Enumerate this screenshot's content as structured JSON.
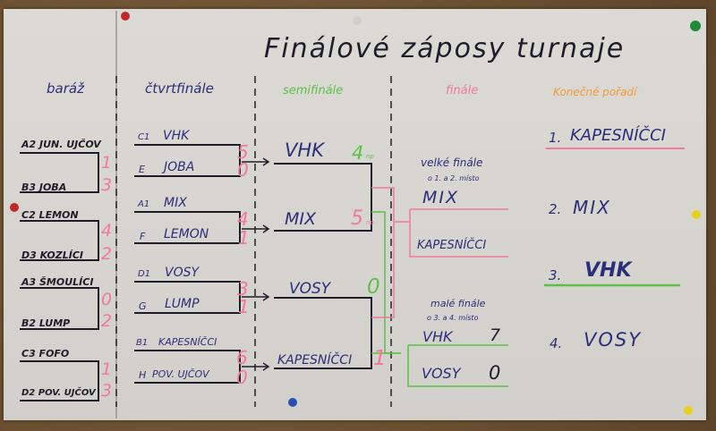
{
  "title": "Finálové záposy turnaje",
  "headers": {
    "baraz": "baráž",
    "ctvrtfinale": "čtvrtfinále",
    "semifinale": "semifinále",
    "finale": "finále",
    "konecne_poradi": "Konečné pořadí"
  },
  "baraz_matches": [
    {
      "top": "A2 JUN. UJČOV",
      "bottom": "B3 JOBA",
      "score_top": "1",
      "score_bottom": "3"
    },
    {
      "top": "C2 LEMON",
      "bottom": "D3 KOZLÍCI",
      "score_top": "4",
      "score_bottom": "2"
    },
    {
      "top": "A3 ŠMOULÍCI",
      "bottom": "B2 LUMP",
      "score_top": "0",
      "score_bottom": "2"
    },
    {
      "top": "C3 FOFO",
      "bottom": "D2 POV. UJČOV",
      "score_top": "1",
      "score_bottom": "3"
    }
  ],
  "qf_matches": [
    {
      "top_seed": "C1",
      "top": "VHK",
      "bottom_seed": "E",
      "bottom": "JOBA",
      "score_top": "5",
      "score_bottom": "0"
    },
    {
      "top_seed": "A1",
      "top": "MIX",
      "bottom_seed": "F",
      "bottom": "LEMON",
      "score_top": "4",
      "score_bottom": "1"
    },
    {
      "top_seed": "D1",
      "top": "VOSY",
      "bottom_seed": "G",
      "bottom": "LUMP",
      "score_top": "3",
      "score_bottom": "1"
    },
    {
      "top_seed": "B1",
      "top": "KAPESNÍČCI",
      "bottom_seed": "H",
      "bottom": "POV. UJČOV",
      "score_top": "6",
      "score_bottom": "0"
    }
  ],
  "sf_matches": [
    {
      "top": "VHK",
      "bottom": "MIX",
      "score_top": "4",
      "score_top_note": "np",
      "score_bottom": "5",
      "score_bottom_note": "np"
    },
    {
      "top": "VOSY",
      "bottom": "KAPESNÍČCI",
      "score_top": "0",
      "score_bottom": "1"
    }
  ],
  "velke_finale": {
    "label": "velké finále",
    "sublabel": "o 1. a 2. místo",
    "top": "MIX",
    "bottom": "KAPESNÍČCI"
  },
  "male_finale": {
    "label": "malé finále",
    "sublabel": "o 3. a 4. místo",
    "top": "VHK",
    "top_score": "7",
    "bottom": "VOSY",
    "bottom_score": "0"
  },
  "standings": [
    {
      "rank": "1.",
      "team": "KAPESNÍČCI"
    },
    {
      "rank": "2.",
      "team": "MIX"
    },
    {
      "rank": "3.",
      "team": "VHK"
    },
    {
      "rank": "4.",
      "team": "VOSY"
    }
  ],
  "colors": {
    "ink_blue": "#2b2e78",
    "ink_pink": "#f07a9a",
    "ink_green": "#5fbf4a",
    "ink_orange": "#f39a3a",
    "pin_red": "#c22a2a",
    "pin_green": "#1f8a3a",
    "pin_yellow": "#e8d020",
    "pin_blue": "#2a4fb0"
  }
}
